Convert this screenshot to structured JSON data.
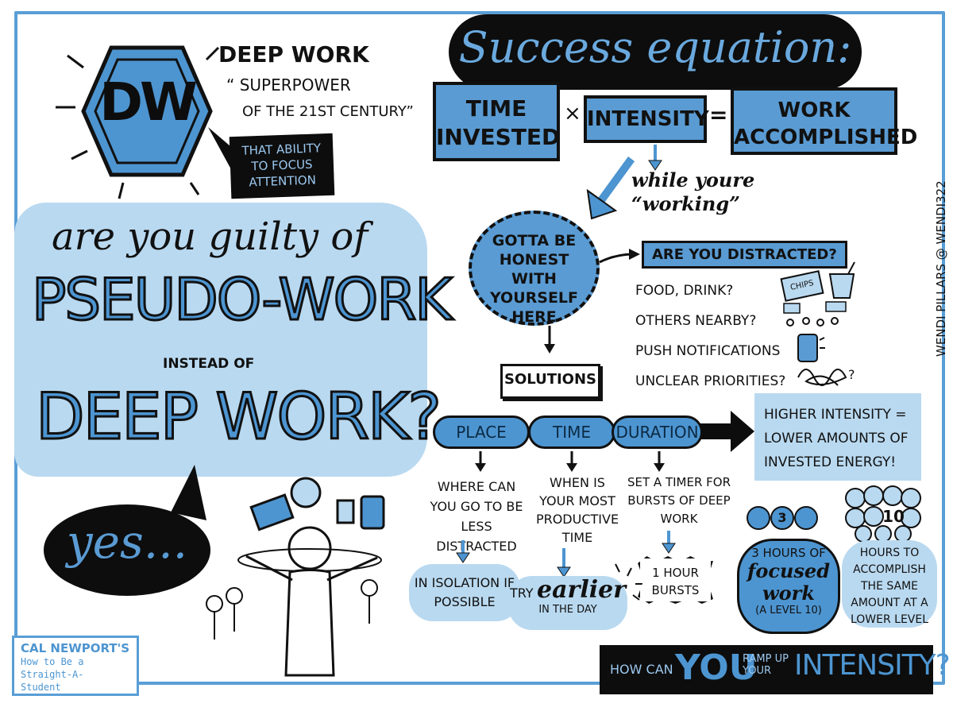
{
  "dw": {
    "logo": "DW",
    "title": "DEEP WORK",
    "subtitle_line1": "“ SUPERPOWER",
    "subtitle_line2": "OF the 21st CENTURY”",
    "callout": "that ABILITY to FOCUS ATTENTION"
  },
  "equation": {
    "banner": "Success equation:",
    "time": "TIME INVESTED",
    "times_sign": "×",
    "intensity": "INTENSITY",
    "equals_sign": "=",
    "work": "WORK ACCOMPLISHED",
    "while": "while youre “working”"
  },
  "question": {
    "lead": "are you guilty of",
    "pseudo": "PSEUDO-WORK",
    "instead": "INSTEAD OF",
    "deep": "DEEP WORK?",
    "answer": "yes..."
  },
  "honest": {
    "cloud": "GOTTA BE HONEST WITH YOURSELF HERE",
    "distracted_title": "Are you DISTRACTED?",
    "items": [
      "FOOD, DRINK?",
      "OTHERS NEARBY?",
      "PUSH NOTIFICATIONS",
      "UNCLEAR PRIORITIES?"
    ],
    "chips": "CHIPS",
    "solutions": "SOLUTIONS"
  },
  "solutions": {
    "place": {
      "label": "PLACE",
      "question": "WHERE CAN YOU GO TO BE LESS DISTRACTED",
      "answer": "in ISOLATION if POSSIBLE"
    },
    "time": {
      "label": "TIME",
      "question": "WHEN IS YOUR MOST PRODUCTIVE TIME",
      "answer_pre": "TRY",
      "answer_em": "earlier",
      "answer_post": "in the DAY"
    },
    "duration": {
      "label": "DURATION",
      "question": "SET a TIMER for BURSTS of DEEP WORK",
      "answer": "1 HOUR BURSTS"
    }
  },
  "intensity_result": "HIGHER INTENSITY = LOWER AMOUNTS of INVESTED energy!",
  "comparison": {
    "left_number": "3",
    "left_pre": "3 HOURS of",
    "left_em": "focused work",
    "left_post": "(a LEVEL 10)",
    "right_number": "10",
    "right_text": "HOURS to ACCOMPLISH the SAME AMOUNT at a LOWER LEVEL"
  },
  "bottom_banner": {
    "pre": "HOW CAN",
    "you": "YOU",
    "mid": "RAMP UP YOUR",
    "intensity": "INTENSITY?"
  },
  "credit": "WENDI PILLARS @ WENDI322",
  "book": {
    "author": "CAL NEWPORT'S",
    "title": "How to Be a Straight-A-Student"
  },
  "colors": {
    "accent": "#4d95d1",
    "light": "#b9d9f0",
    "ink": "#0d0d0d"
  }
}
